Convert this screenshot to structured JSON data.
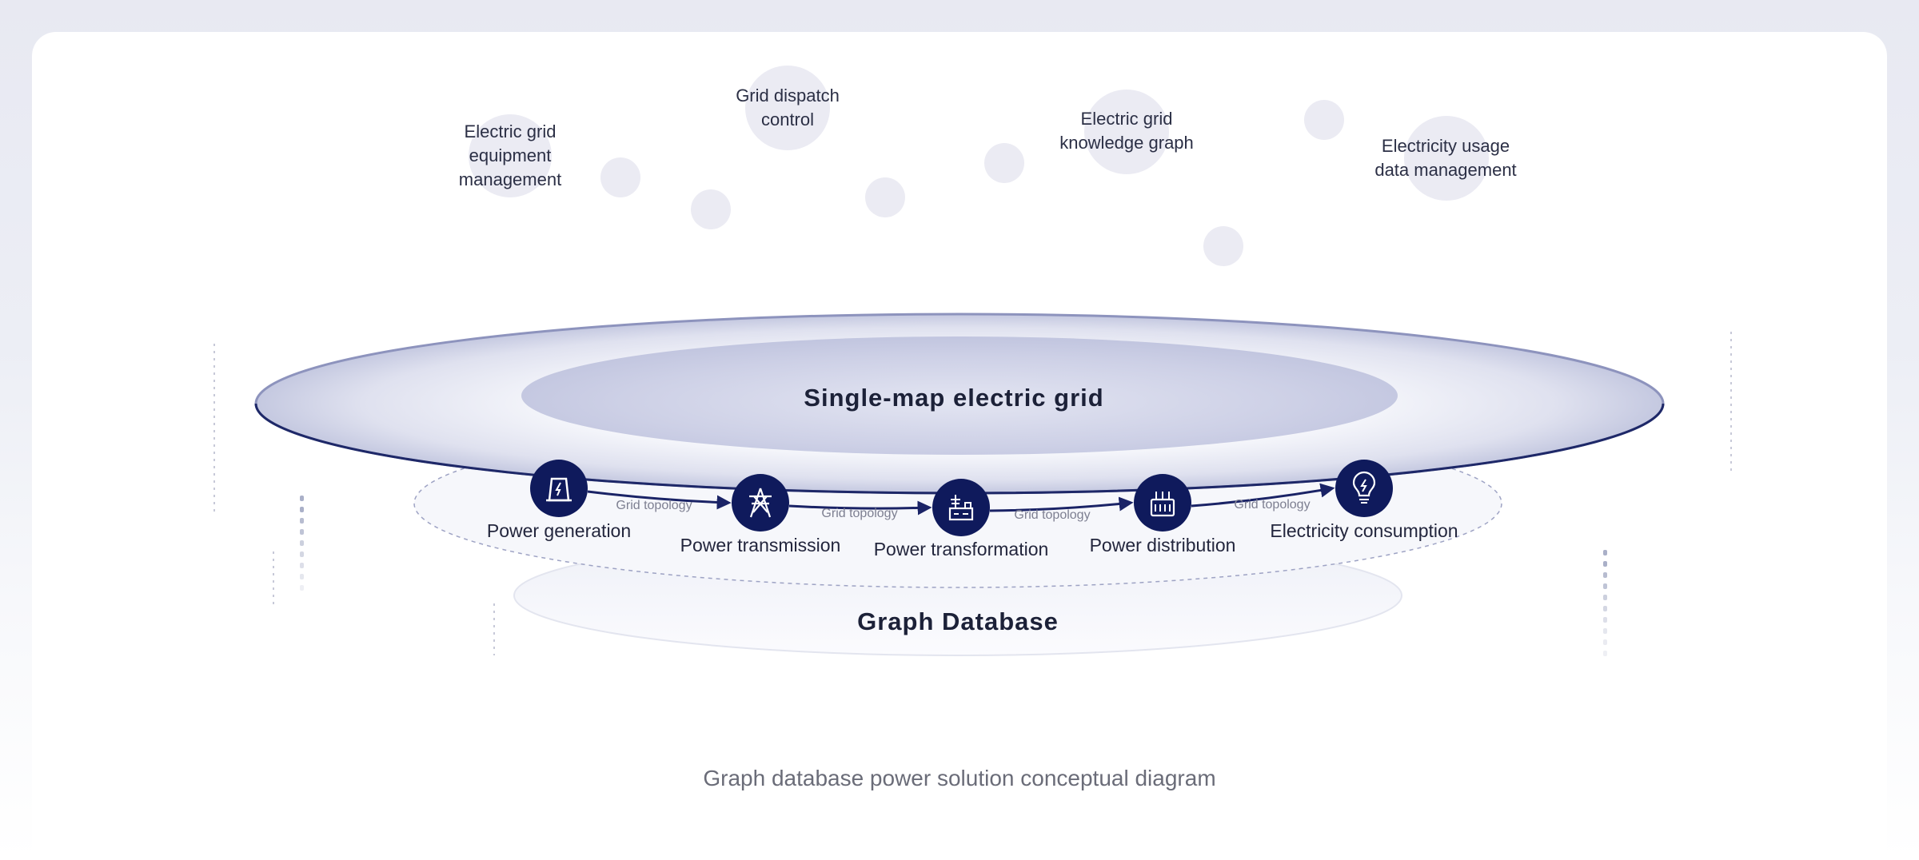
{
  "diagram": {
    "inner_title": "Single-map electric grid",
    "base_title": "Graph Database",
    "caption": "Graph database power solution conceptual diagram",
    "applications": [
      {
        "label": "Electric grid\nequipment\nmanagement"
      },
      {
        "label": "Grid dispatch\ncontrol"
      },
      {
        "label": "Electric grid\nknowledge graph"
      },
      {
        "label": "Electricity usage\ndata management"
      }
    ],
    "stages": [
      {
        "label": "Power generation",
        "icon": "power-plant-icon"
      },
      {
        "label": "Power transmission",
        "icon": "transmission-tower-icon"
      },
      {
        "label": "Power transformation",
        "icon": "substation-icon"
      },
      {
        "label": "Power distribution",
        "icon": "distribution-box-icon"
      },
      {
        "label": "Electricity consumption",
        "icon": "lightbulb-icon"
      }
    ],
    "edges": [
      {
        "label": "Grid topology"
      },
      {
        "label": "Grid topology"
      },
      {
        "label": "Grid topology"
      },
      {
        "label": "Grid topology"
      }
    ],
    "colors": {
      "node": "#0f1a5c",
      "edge": "#1a2366",
      "bubble": "#ebebf3",
      "ring_outer": "#8d93bd",
      "ring_inner": "#cfd2e6"
    }
  }
}
